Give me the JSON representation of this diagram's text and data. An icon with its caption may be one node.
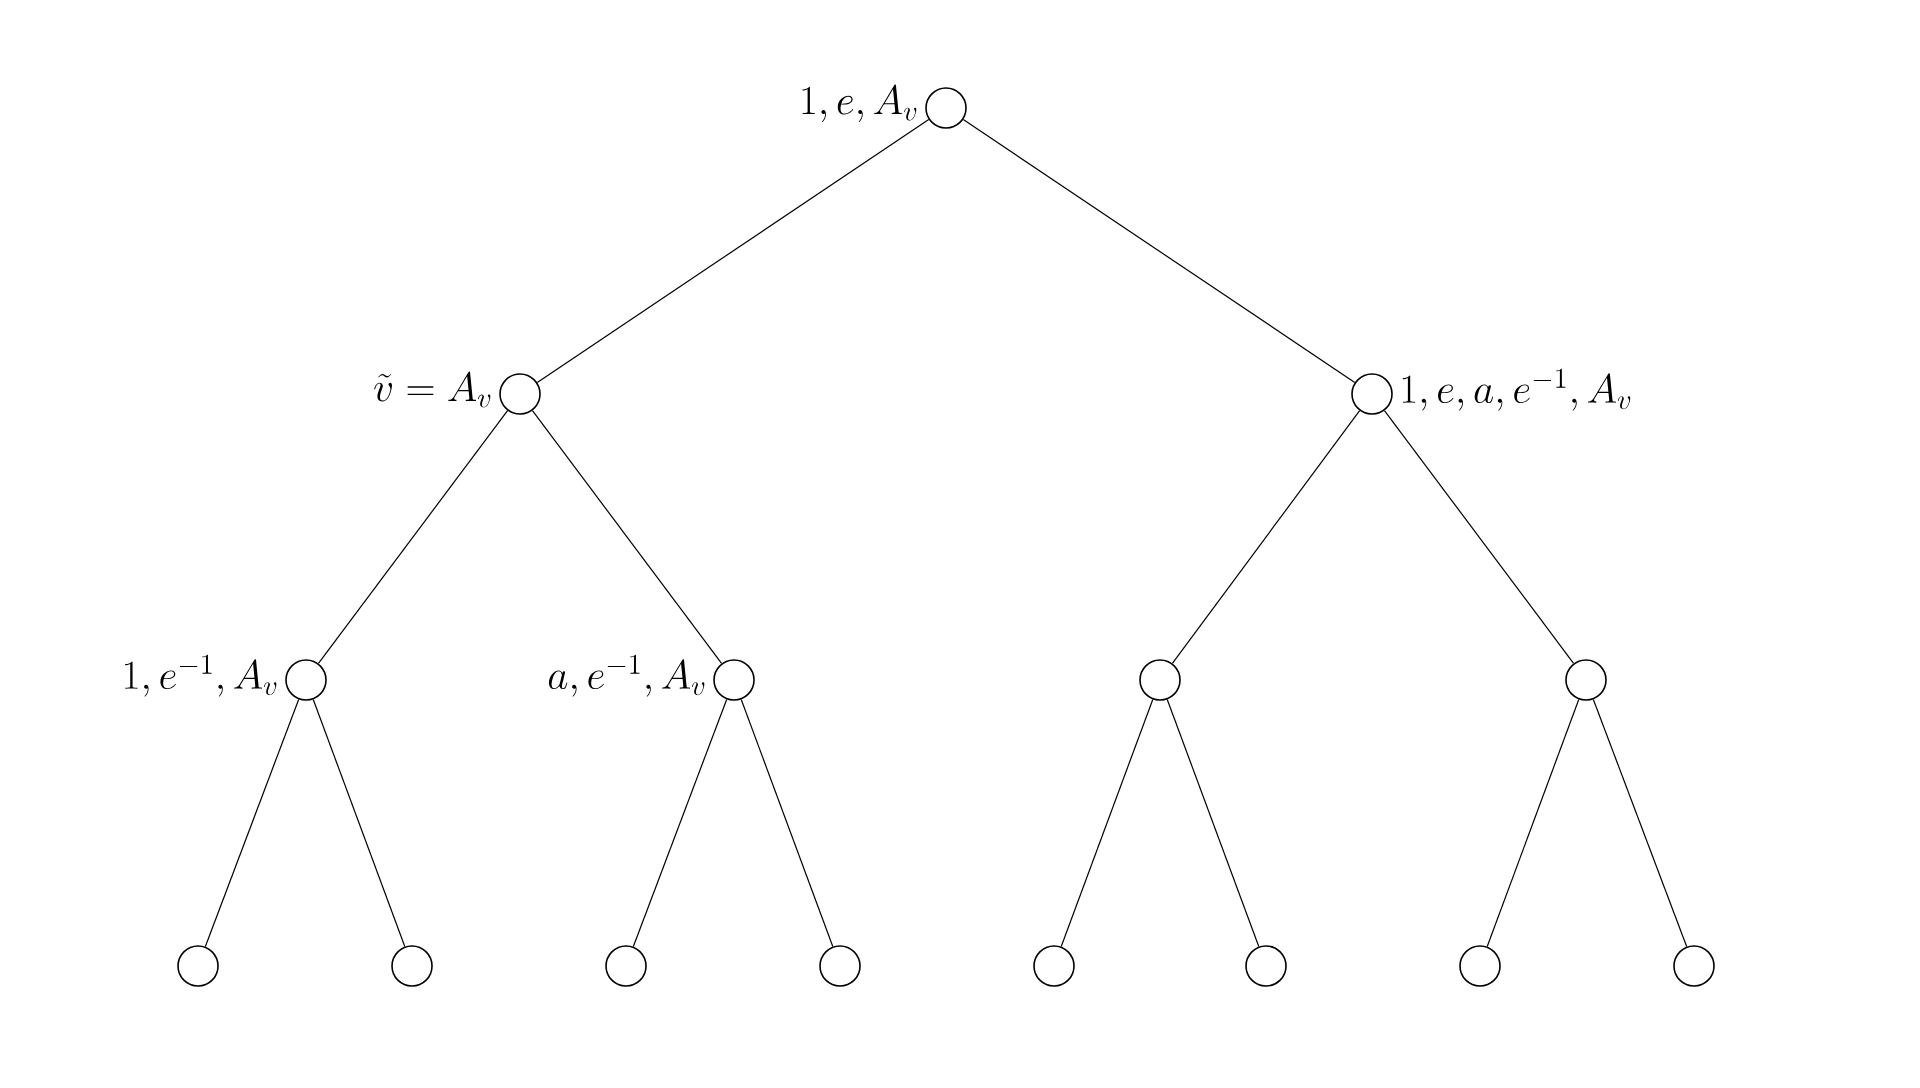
{
  "diagram": {
    "nodes": [
      {
        "text": [],
        "shape": "circle",
        "beside": [
          "1, e, A_v"
        ]
      },
      {
        "text": [],
        "shape": "circle",
        "beside": [
          "\\tilde{v} = A_v"
        ]
      },
      {
        "text": [],
        "shape": "circle",
        "beside": [
          "1, e, a, e^{-1}, A_v"
        ]
      },
      {
        "text": [],
        "shape": "circle",
        "beside": [
          "1, e^{-1}, A_v"
        ]
      },
      {
        "text": [],
        "shape": "circle",
        "beside": [
          "a, e^{-1}, A_v"
        ]
      },
      {
        "text": [],
        "shape": "circle"
      },
      {
        "text": [],
        "shape": "circle"
      },
      {
        "text": [],
        "shape": "circle"
      },
      {
        "text": [],
        "shape": "circle"
      },
      {
        "text": [],
        "shape": "circle"
      },
      {
        "text": [],
        "shape": "circle"
      },
      {
        "text": [],
        "shape": "circle"
      },
      {
        "text": [],
        "shape": "circle"
      },
      {
        "text": [],
        "shape": "circle"
      },
      {
        "text": [],
        "shape": "circle"
      }
    ],
    "edges": [
      {
        "from": 0,
        "to": 1,
        "arrow": "none"
      },
      {
        "from": 0,
        "to": 2,
        "arrow": "none"
      },
      {
        "from": 1,
        "to": 3,
        "arrow": "none"
      },
      {
        "from": 1,
        "to": 4,
        "arrow": "none"
      },
      {
        "from": 2,
        "to": 5,
        "arrow": "none"
      },
      {
        "from": 2,
        "to": 6,
        "arrow": "none"
      },
      {
        "from": 3,
        "to": 7,
        "arrow": "none"
      },
      {
        "from": 3,
        "to": 8,
        "arrow": "none"
      },
      {
        "from": 4,
        "to": 9,
        "arrow": "none"
      },
      {
        "from": 4,
        "to": 10,
        "arrow": "none"
      },
      {
        "from": 5,
        "to": 11,
        "arrow": "none"
      },
      {
        "from": 5,
        "to": 12,
        "arrow": "none"
      },
      {
        "from": 6,
        "to": 13,
        "arrow": "none"
      },
      {
        "from": 6,
        "to": 14,
        "arrow": "none"
      }
    ]
  }
}
